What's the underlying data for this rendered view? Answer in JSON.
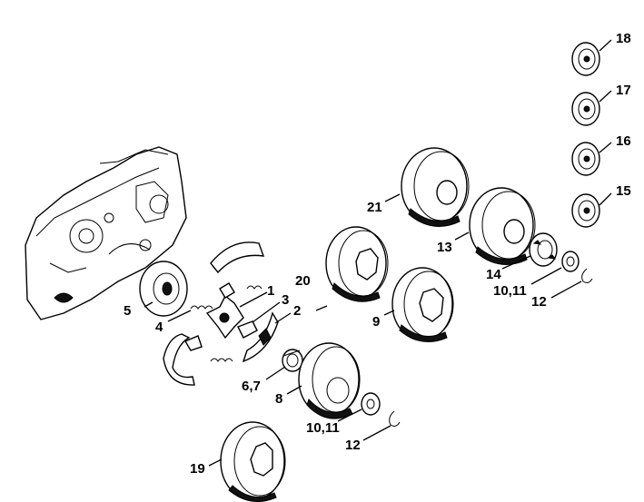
{
  "callouts": {
    "c1": "1",
    "c2": "2",
    "c3": "3",
    "c4": "4",
    "c5": "5",
    "c67": "6,7",
    "c8": "8",
    "c9": "9",
    "c1011a": "10,11",
    "c1011b": "10,11",
    "c12a": "12",
    "c12b": "12",
    "c13": "13",
    "c14": "14",
    "c15": "15",
    "c16": "16",
    "c17": "17",
    "c18": "18",
    "c19": "19",
    "c20": "20",
    "c21": "21"
  },
  "colors": {
    "ink": "#000000",
    "paper": "#ffffff"
  }
}
